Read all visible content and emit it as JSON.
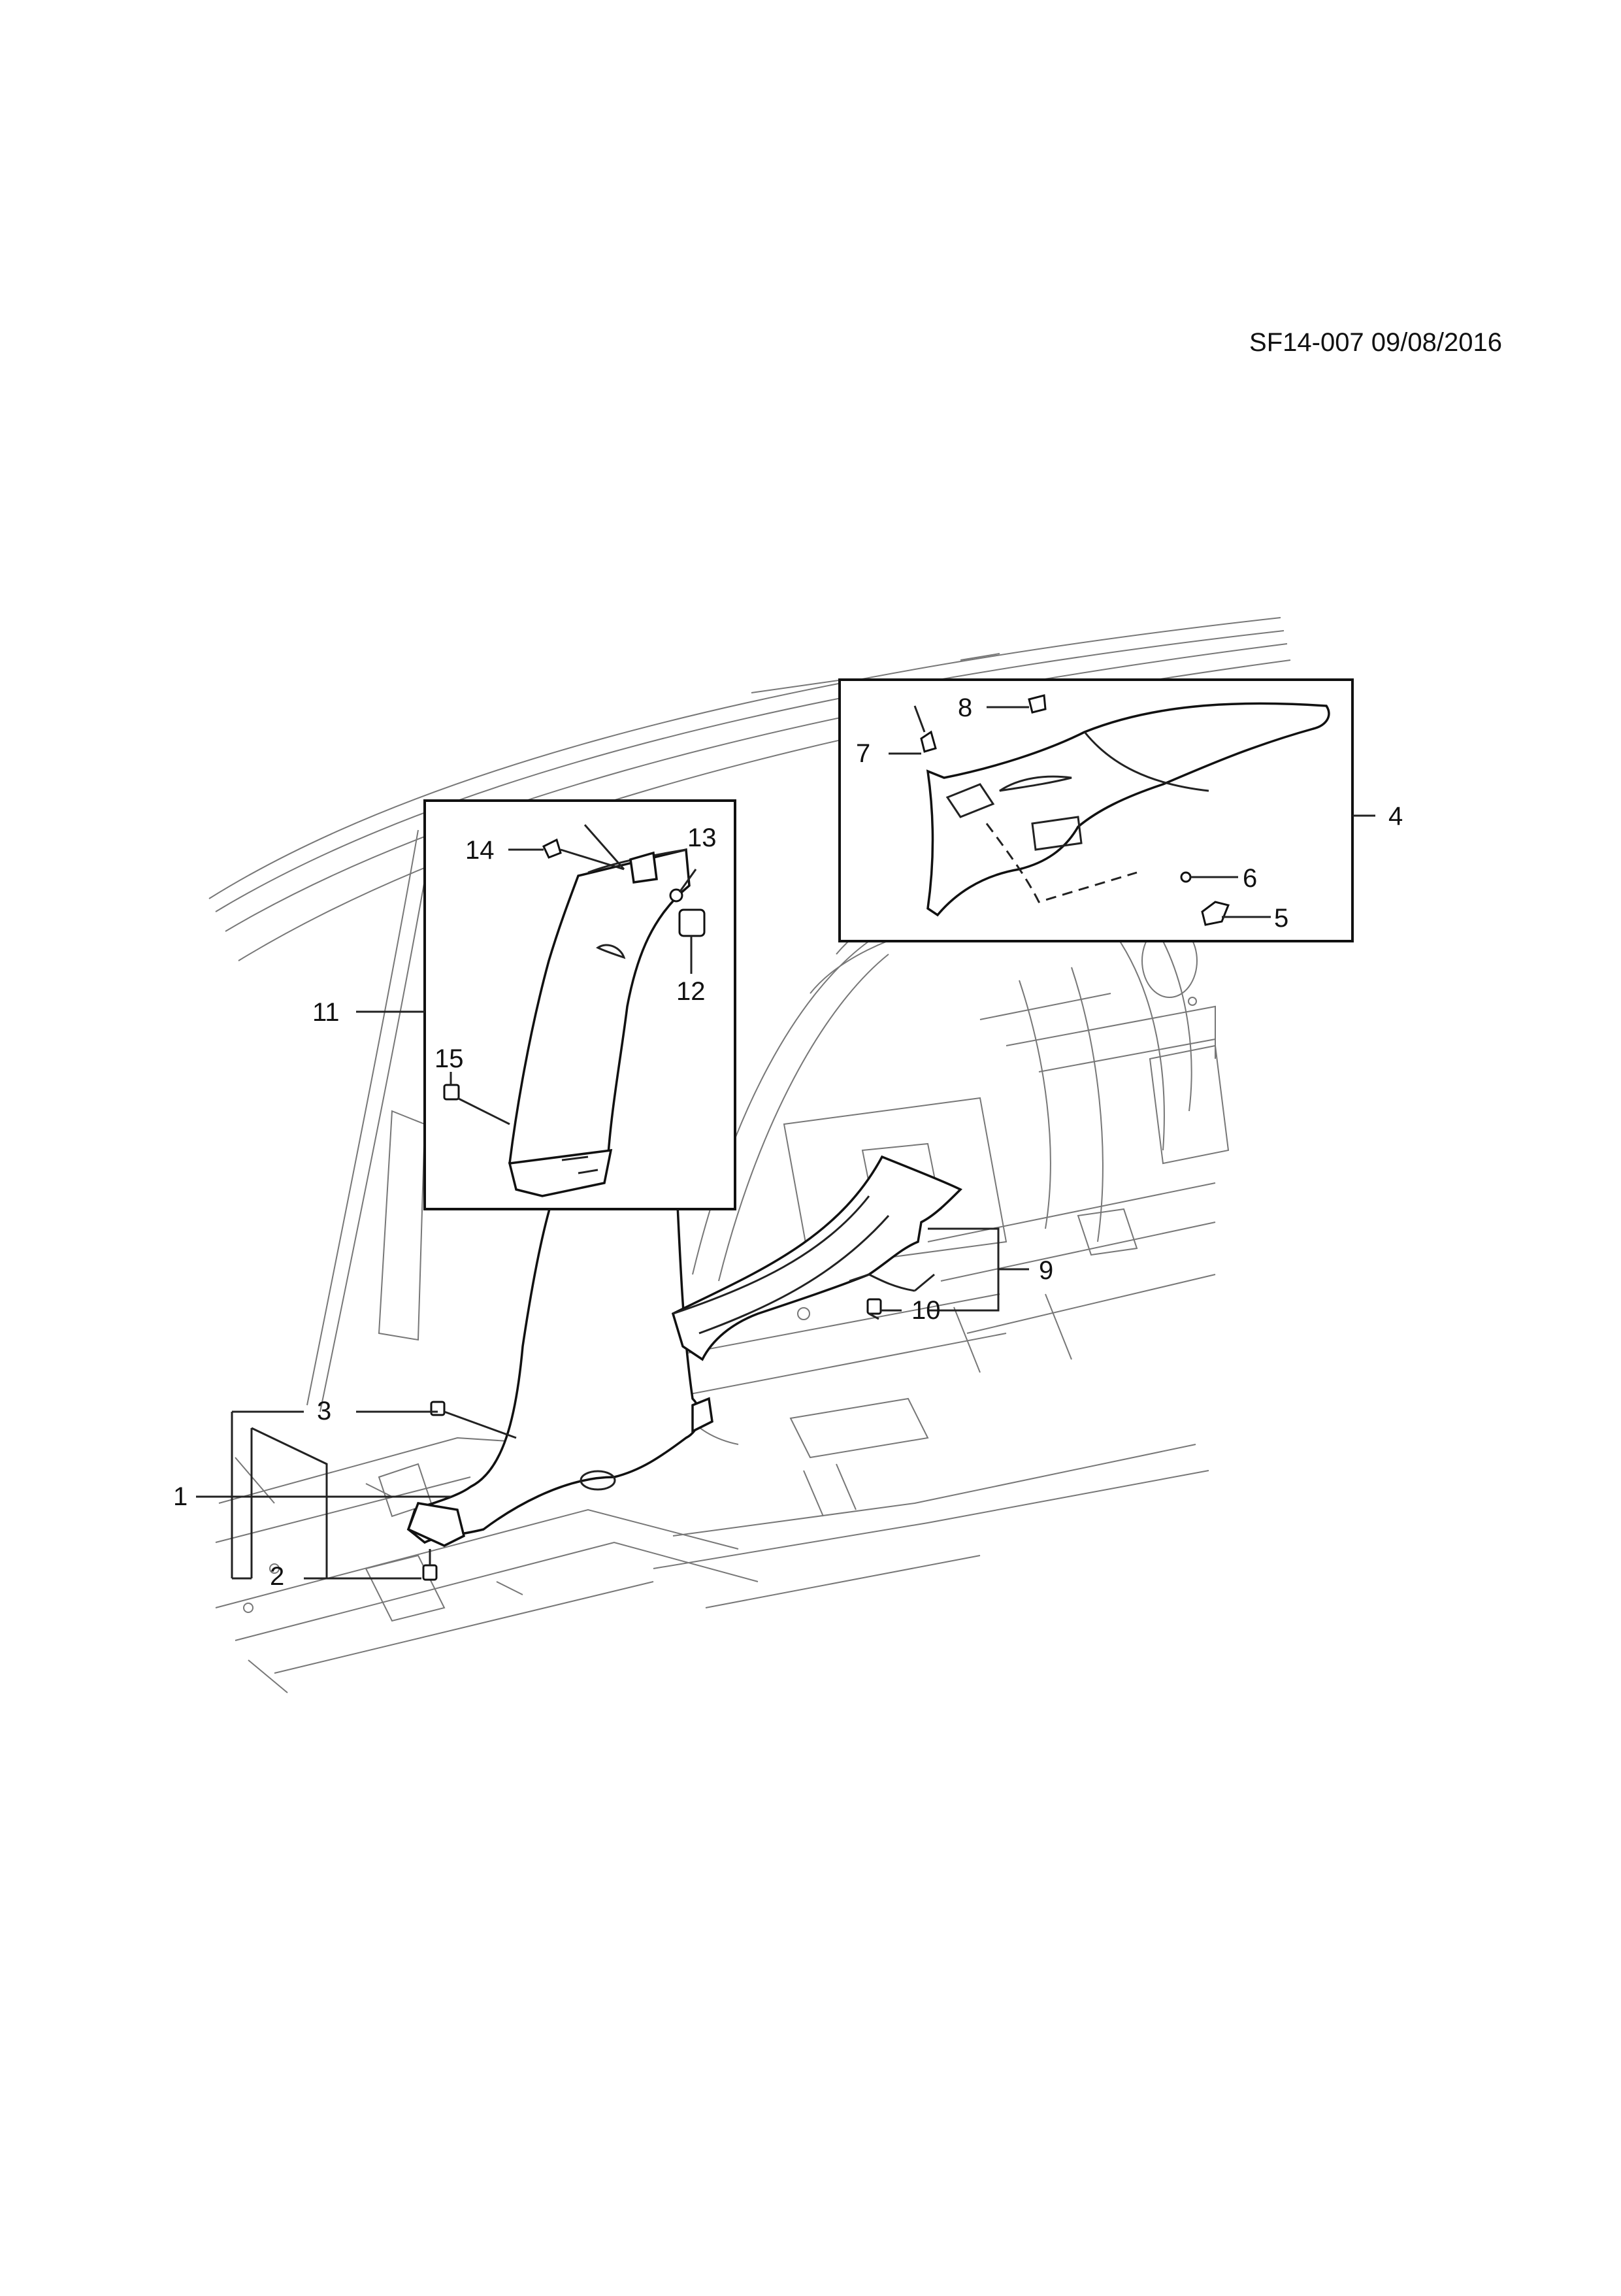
{
  "reference_code": "SF14-007 09/08/2016",
  "callouts": {
    "c1": "1",
    "c2": "2",
    "c3": "3",
    "c4": "4",
    "c5": "5",
    "c6": "6",
    "c7": "7",
    "c8": "8",
    "c9": "9",
    "c10": "10",
    "c11": "11",
    "c12": "12",
    "c13": "13",
    "c14": "14",
    "c15": "15"
  }
}
